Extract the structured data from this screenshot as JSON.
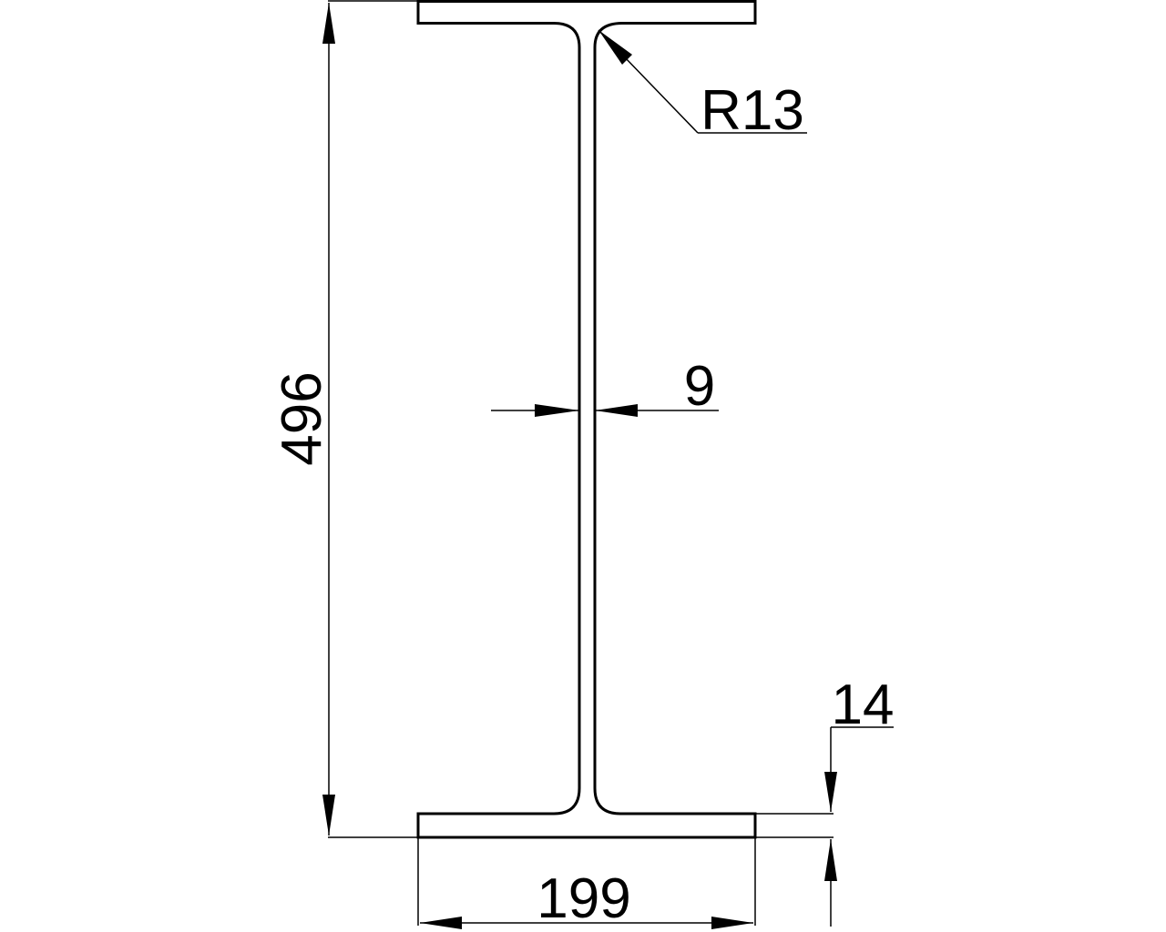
{
  "drawing": {
    "type": "I-beam cross section",
    "colors": {
      "line": "#000000",
      "background": "#ffffff"
    },
    "dimensions": {
      "height": {
        "label": "496",
        "orientation": "vertical"
      },
      "web_thickness": {
        "label": "9",
        "orientation": "horizontal"
      },
      "flange_thickness": {
        "label": "14",
        "orientation": "vertical"
      },
      "flange_width": {
        "label": "199",
        "orientation": "horizontal"
      },
      "fillet_radius": {
        "label": "R13",
        "orientation": "leader"
      }
    }
  }
}
